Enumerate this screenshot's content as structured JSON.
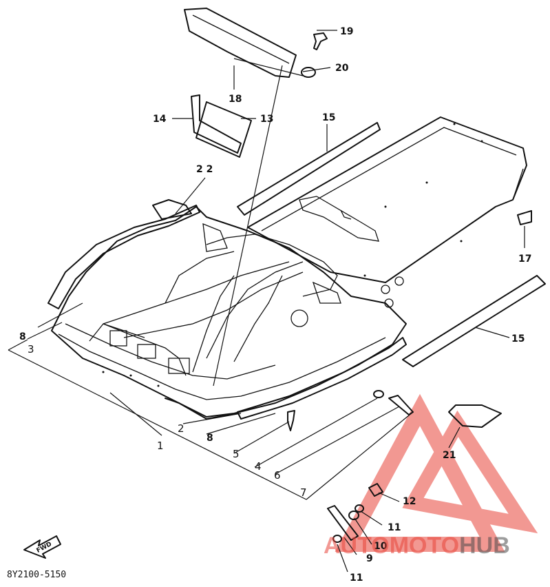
{
  "parts": {
    "p1": "1",
    "p2": "2",
    "p3": "3",
    "p4": "4",
    "p5": "5",
    "p6": "6",
    "p7": "7",
    "p8a": "8",
    "p8b": "8",
    "p9": "9",
    "p10": "10",
    "p11a": "11",
    "p11b": "11",
    "p12": "12",
    "p13": "13",
    "p14": "14",
    "p15a": "15",
    "p15b": "15",
    "p17": "17",
    "p18": "18",
    "p19": "19",
    "p20": "20",
    "p21": "21",
    "p22": "2 2"
  },
  "fwd_label": "FWD",
  "diagram_code": "8Y2100-5150",
  "watermark": {
    "text_auto": "AUTO",
    "text_moto": "MOTO",
    "text_hub": "HUB",
    "color_red": "#e8443a",
    "color_gray": "#4a4a4a"
  }
}
